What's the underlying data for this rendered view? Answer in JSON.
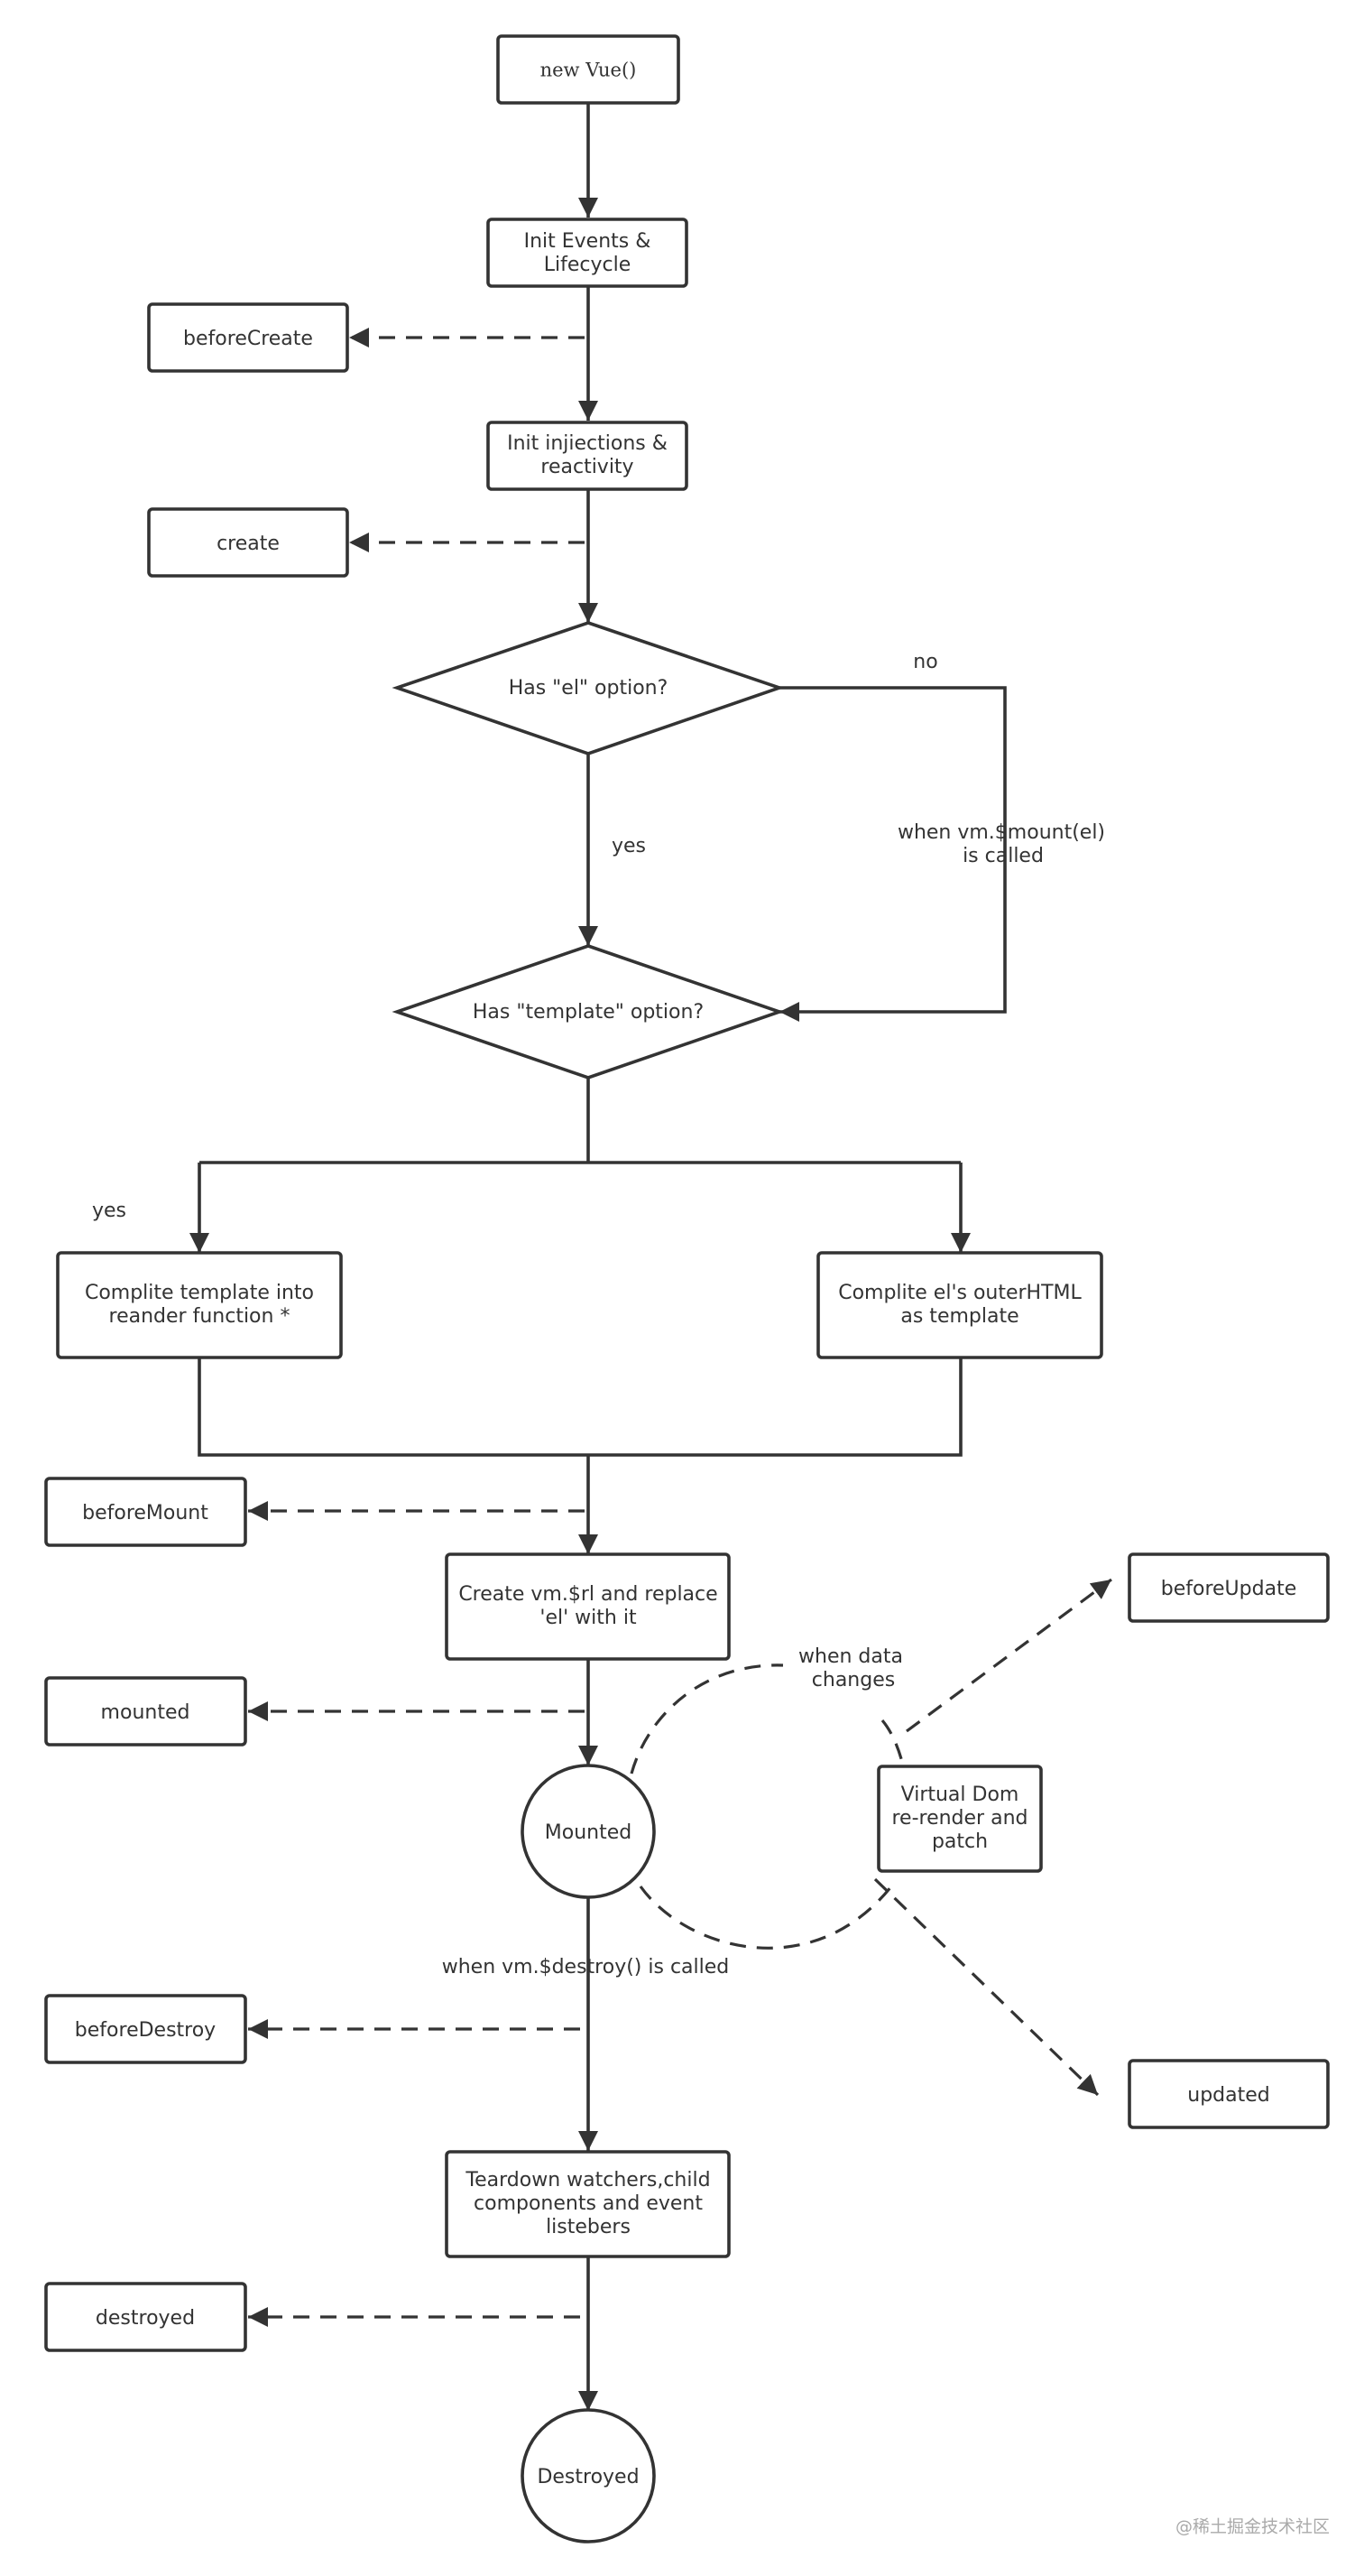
{
  "nodes": {
    "new_vue": "new Vue()",
    "init_events": [
      "Init Events &",
      "Lifecycle"
    ],
    "before_create": "beforeCreate",
    "init_injections": [
      "Init injiections &",
      "reactivity"
    ],
    "create": "create",
    "has_el": "Has \"el\" option?",
    "has_template": "Has \"template\" option?",
    "compile_template": [
      "Complite template into",
      "reander function *"
    ],
    "compile_outer_html": [
      "Complite el's outerHTML",
      "as template"
    ],
    "before_mount": "beforeMount",
    "create_vm": [
      "Create vm.$rl and replace",
      "'el' with it"
    ],
    "mounted_hook": "mounted",
    "mounted_state": "Mounted",
    "before_update": "beforeUpdate",
    "virtual_dom": [
      "Virtual Dom",
      "re-render and",
      "patch"
    ],
    "updated": "updated",
    "before_destroy": "beforeDestroy",
    "teardown": [
      "Teardown watchers,child",
      "components and event",
      "listebers"
    ],
    "destroyed_hook": "destroyed",
    "destroyed_state": "Destroyed"
  },
  "edge_labels": {
    "no": "no",
    "yes_el": "yes",
    "when_mount": [
      "when vm.$mount(el)",
      "is called"
    ],
    "yes_template": "yes",
    "when_data_changes": [
      "when data",
      "changes"
    ],
    "when_destroy": "when vm.$destroy() is called"
  },
  "watermark": "@稀土掘金技术社区"
}
